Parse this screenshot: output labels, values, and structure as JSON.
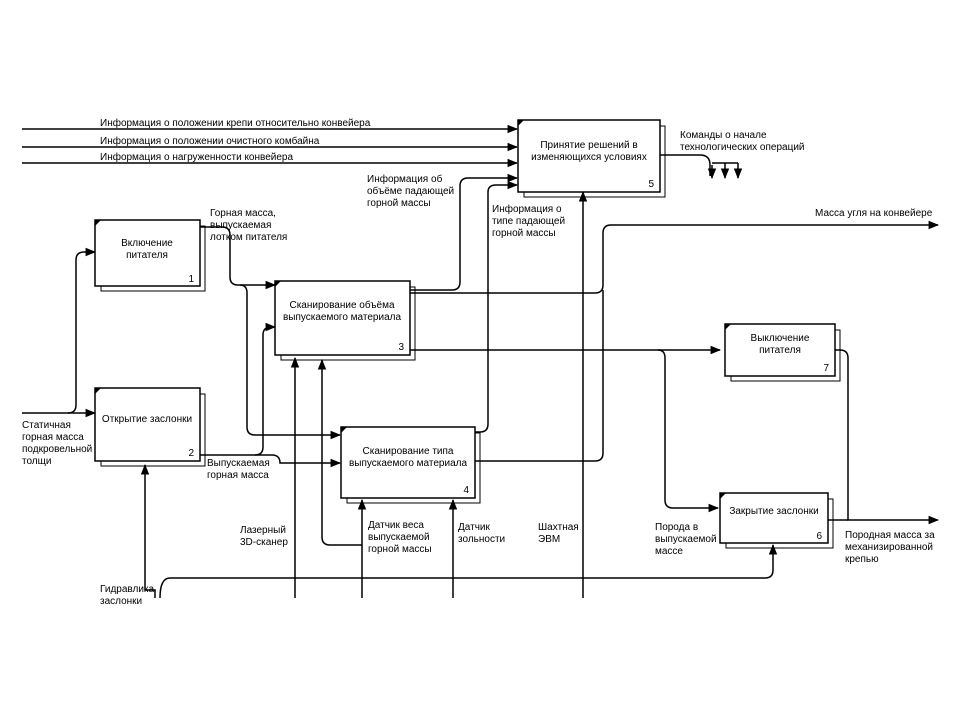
{
  "boxes": {
    "b1": {
      "title1": "Включение",
      "title2": "питателя",
      "num": "1"
    },
    "b2": {
      "title1": "Открытие заслонки",
      "num": "2"
    },
    "b3": {
      "title1": "Сканирование объёма",
      "title2": "выпускаемого материала",
      "num": "3"
    },
    "b4": {
      "title1": "Сканирование типа",
      "title2": "выпускаемого материала",
      "num": "4"
    },
    "b5": {
      "title1": "Принятие решений в",
      "title2": "изменяющихся условиях",
      "num": "5"
    },
    "b6": {
      "title1": "Закрытие заслонки",
      "num": "6"
    },
    "b7": {
      "title1": "Выключение",
      "title2": "питателя",
      "num": "7"
    }
  },
  "labels": {
    "info_krep": "Информация о положении крепи относительно конвейера",
    "info_kombain": "Информация о положении очистного комбайна",
    "info_nagruz": "Информация о нагруженности конвейера",
    "komandy1": "Команды о начале",
    "komandy2": "технологических операций",
    "massa_uglya": "Масса угля на конвейере",
    "info_obem1": "Информация об",
    "info_obem2": "объёме падающей",
    "info_obem3": "горной массы",
    "info_tip1": "Информация о",
    "info_tip2": "типе падающей",
    "info_tip3": "горной массы",
    "gornaya1": "Горная масса,",
    "gornaya2": "выпускаемая",
    "gornaya3": "лотком питателя",
    "staticheskaya1": "Статичная",
    "staticheskaya2": "горная масса",
    "staticheskaya3": "подкровельной",
    "staticheskaya4": "толщи",
    "vypusk1": "Выпускаемая",
    "vypusk2": "горная масса",
    "laser1": "Лазерный",
    "laser2": "3D-сканер",
    "datchik_vesa1": "Датчик веса",
    "datchik_vesa2": "выпускаемой",
    "datchik_vesa3": "горной массы",
    "datchik_zoln1": "Датчик",
    "datchik_zoln2": "зольности",
    "evm1": "Шахтная",
    "evm2": "ЭВМ",
    "poroda1": "Порода в",
    "poroda2": "выпускаемой",
    "poroda3": "массе",
    "porodnaya1": "Породная масса за",
    "porodnaya2": "механизированной",
    "porodnaya3": "крепью",
    "gidravlika1": "Гидравлика",
    "gidravlika2": "заслонки"
  }
}
